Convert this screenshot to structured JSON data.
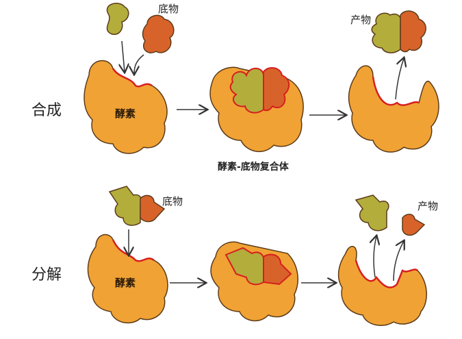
{
  "colors": {
    "enzyme": "#f0a234",
    "outline": "#5a3a1a",
    "green": "#b3ad3c",
    "red": "#d8632a",
    "site": "#d61e1e",
    "arrow": "#333333"
  },
  "synthesis": {
    "title": "合成",
    "substrate_label": "底物",
    "enzyme_label": "酵素",
    "complex_label": "酵素-底物复合体",
    "product_label": "产物"
  },
  "decomposition": {
    "title": "分解",
    "substrate_label": "底物",
    "enzyme_label": "酵素",
    "product_label": "产物"
  }
}
